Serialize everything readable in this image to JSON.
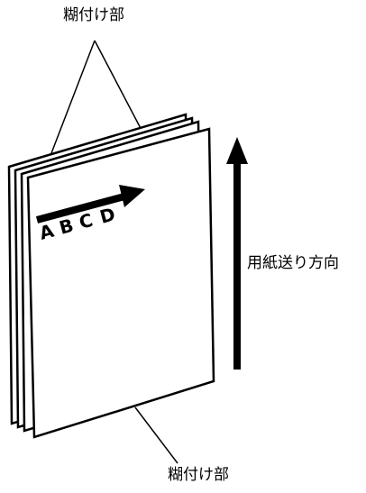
{
  "labels": {
    "top_binding": "糊付け部",
    "bottom_binding": "糊付け部",
    "feed_direction": "用紙送り方向"
  },
  "page_text": [
    "A",
    "B",
    "C",
    "D"
  ],
  "colors": {
    "ink": "#000000",
    "paper": "#ffffff"
  }
}
